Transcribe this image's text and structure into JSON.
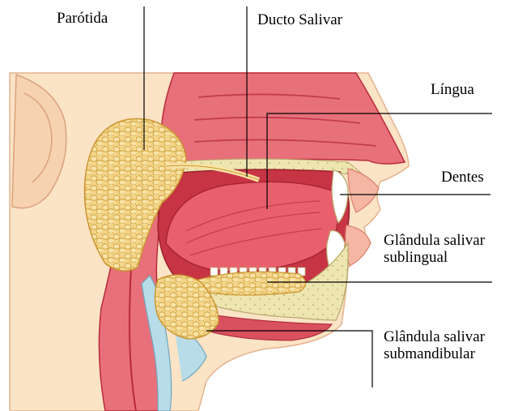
{
  "diagram": {
    "labels": {
      "parotida": "Parótida",
      "ducto": "Ducto Salivar",
      "lingua": "Língua",
      "dentes": "Dentes",
      "sublingual_1": "Glândula salivar",
      "sublingual_2": "sublingual",
      "submandibular_1": "Glândula salivar",
      "submandibular_2": "submandibular"
    },
    "colors": {
      "skin": "#fbe3c6",
      "skin_edge": "#e2b38e",
      "tissue": "#e8707a",
      "tissue_dark": "#b82a3a",
      "tongue": "#ea5f6e",
      "gland": "#f4d68a",
      "gland_edge": "#c9962f",
      "bone": "#eee6b0",
      "cartilage": "#b8dce8",
      "leader": "#000000"
    }
  }
}
